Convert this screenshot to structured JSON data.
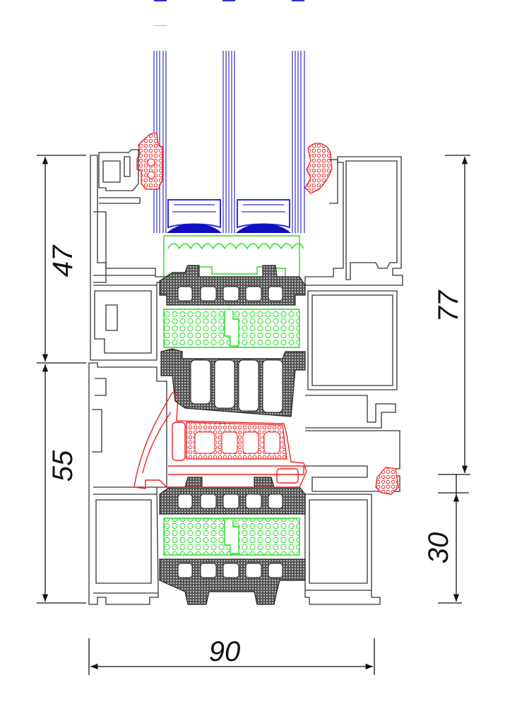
{
  "dimensions": {
    "d47": "47",
    "d55": "55",
    "d77": "77",
    "d30": "30",
    "d90": "90"
  },
  "colors": {
    "glass": "#3030d0",
    "gasket_green": "#22dd22",
    "gasket_red": "#ee2222",
    "thermal_break": "#222222",
    "profile": "#333333"
  }
}
